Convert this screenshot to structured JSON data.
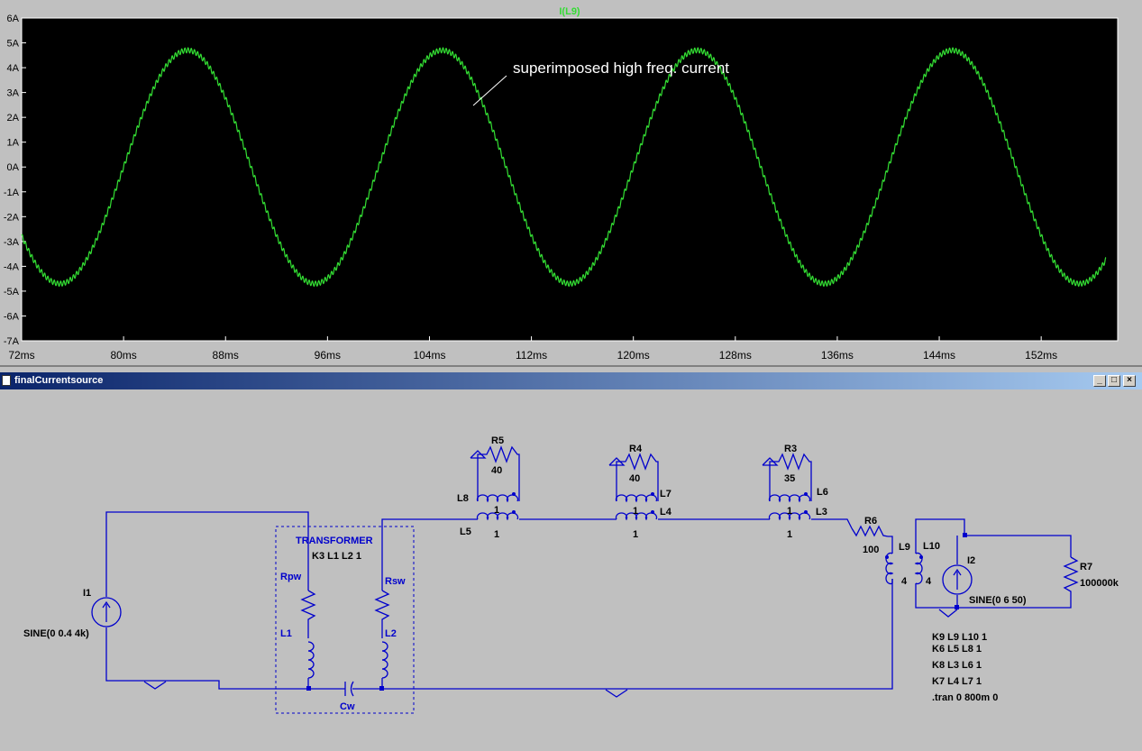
{
  "plot": {
    "trace_name": "I(L9)",
    "annotation": "superimposed high freq. current",
    "colors": {
      "background": "#000000",
      "trace": "#33dd33",
      "axis_text": "#000000",
      "frame": "#ffffff"
    }
  },
  "chart_data": {
    "type": "line",
    "title": "I(L9)",
    "xlabel": "",
    "ylabel": "",
    "xlim": [
      72,
      158
    ],
    "ylim": [
      -7,
      6
    ],
    "x_unit": "ms",
    "y_unit": "A",
    "x_ticks": [
      "72ms",
      "80ms",
      "88ms",
      "96ms",
      "104ms",
      "112ms",
      "120ms",
      "128ms",
      "136ms",
      "144ms",
      "152ms"
    ],
    "y_ticks": [
      "6A",
      "5A",
      "4A",
      "3A",
      "2A",
      "1A",
      "0A",
      "-1A",
      "-2A",
      "-3A",
      "-4A",
      "-5A",
      "-6A",
      "-7A"
    ],
    "grid": false,
    "series": [
      {
        "fundamental_freq_hz": 50,
        "amplitude": 4.7,
        "peak_time_ms": 85,
        "ripple_amplitude": 0.1,
        "ripple_freq_hz": 4000
      }
    ]
  },
  "schematic": {
    "window_title": "finalCurrentsource",
    "colors": {
      "wire": "#0000cc",
      "text": "#000000",
      "label": "#0000cc"
    },
    "components": {
      "I1": {
        "name": "I1",
        "value": "SINE(0 0.4 4k)"
      },
      "transformer": {
        "title": "TRANSFORMER",
        "coupling": "K3 L1 L2 1"
      },
      "Rpw": {
        "name": "Rpw"
      },
      "Rsw": {
        "name": "Rsw"
      },
      "L1": {
        "name": "L1"
      },
      "L2": {
        "name": "L2"
      },
      "Cw": {
        "name": "Cw"
      },
      "R5": {
        "name": "R5",
        "value": "40"
      },
      "R4": {
        "name": "R4",
        "value": "40"
      },
      "R3": {
        "name": "R3",
        "value": "35"
      },
      "L8": {
        "name": "L8",
        "value": "1"
      },
      "L5": {
        "name": "L5",
        "value": "1"
      },
      "L7": {
        "name": "L7",
        "value": "1"
      },
      "L4": {
        "name": "L4",
        "value": "1"
      },
      "L6": {
        "name": "L6",
        "value": "1"
      },
      "L3": {
        "name": "L3",
        "value": "1"
      },
      "R6": {
        "name": "R6",
        "value": "100"
      },
      "L9": {
        "name": "L9",
        "value": "4"
      },
      "L10": {
        "name": "L10",
        "value": "4"
      },
      "I2": {
        "name": "I2",
        "value": "SINE(0 6 50)"
      },
      "R7": {
        "name": "R7",
        "value": "100000k"
      }
    },
    "directives": [
      "K9 L9 L10 1",
      "K6 L5 L8 1",
      "K8 L3 L6 1",
      "K7 L4 L7 1",
      ".tran 0 800m 0"
    ]
  }
}
